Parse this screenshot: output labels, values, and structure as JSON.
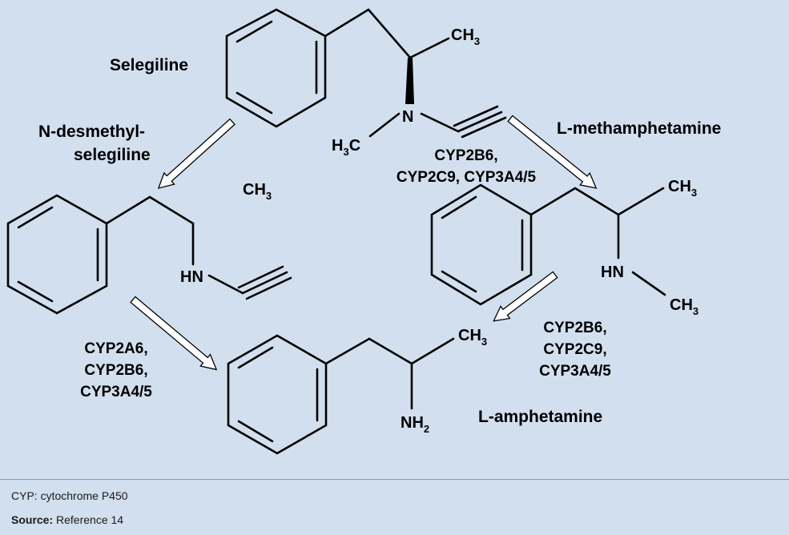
{
  "labels": {
    "selegiline": "Selegiline",
    "n_desmethyl_line1": "N-desmethyl-",
    "n_desmethyl_line2": "selegiline",
    "l_methamphetamine": "L-methamphetamine",
    "l_amphetamine": "L-amphetamine",
    "enzymes_top_line1": "CYP2B6,",
    "enzymes_top_line2": "CYP2C9, CYP3A4/5",
    "enzymes_left_line1": "CYP2A6,",
    "enzymes_left_line2": "CYP2B6,",
    "enzymes_left_line3": "CYP3A4/5",
    "enzymes_right_line1": "CYP2B6,",
    "enzymes_right_line2": "CYP2C9,",
    "enzymes_right_line3": "CYP3A4/5"
  },
  "atoms": {
    "ch3": "CH",
    "sub3": "3",
    "h3c_h": "H",
    "h3c_c": "C",
    "n": "N",
    "hn": "HN",
    "nh": "NH",
    "sub2": "2"
  },
  "footer": {
    "footnote": "CYP: cytochrome P450",
    "source_label": "Source:",
    "source_text": "Reference 14"
  },
  "colors": {
    "panel_background": "#d2dfee",
    "arrow_fill": "#ffffff",
    "ink": "#000000"
  }
}
